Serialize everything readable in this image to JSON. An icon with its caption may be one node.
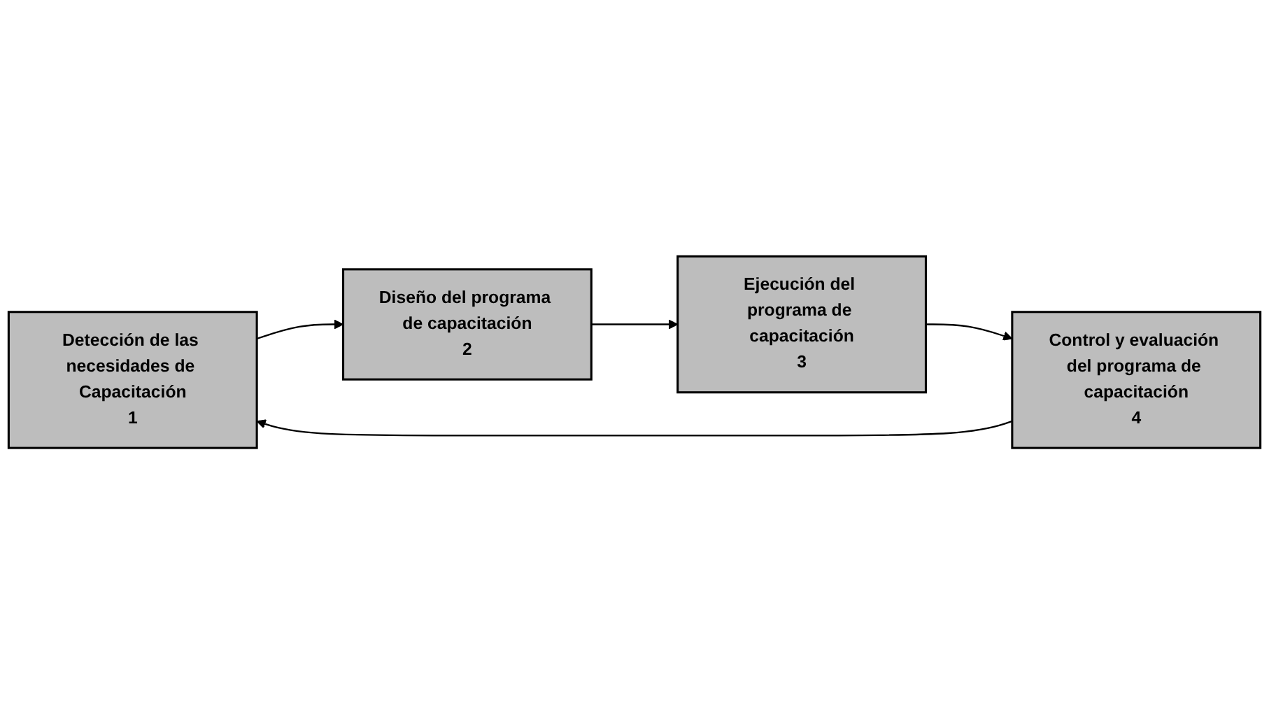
{
  "diagram": {
    "nodes": [
      {
        "text": [
          "Detección de las necesidades de Capacitación",
          "1"
        ]
      },
      {
        "text": [
          "Diseño del programa de capacitación",
          "2"
        ]
      },
      {
        "text": [
          "Ejecución del programa de capacitación",
          "3"
        ]
      },
      {
        "text": [
          "Control y evaluación del programa de capacitación",
          "4"
        ]
      }
    ],
    "edges": [
      {
        "from": 0,
        "to": 1,
        "arrow": "to"
      },
      {
        "from": 1,
        "to": 2,
        "arrow": "to"
      },
      {
        "from": 2,
        "to": 3,
        "arrow": "to"
      },
      {
        "from": 3,
        "to": 0,
        "arrow": "to"
      }
    ]
  }
}
